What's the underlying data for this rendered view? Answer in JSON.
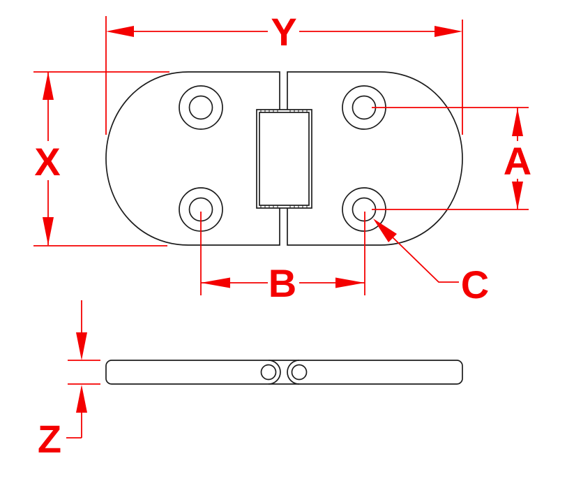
{
  "drawing": {
    "title": "hinge-two-view-dimension-drawing",
    "labels": {
      "overall_width": "Y",
      "overall_height": "X",
      "hole_vertical_spacing": "A",
      "hole_horizontal_spacing": "B",
      "hole_callout": "C",
      "plate_thickness": "Z"
    },
    "colors": {
      "dimension_red": "#f40000",
      "outline_black": "#1c1c1c",
      "background": "#ffffff"
    }
  }
}
